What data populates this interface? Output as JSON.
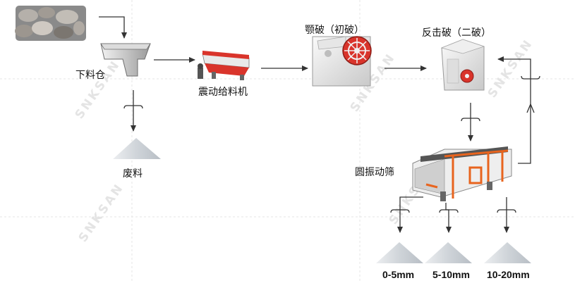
{
  "nodes": {
    "hopper": "下料仓",
    "feeder": "震动给料机",
    "jaw_crusher": "颚破（初破）",
    "impact_crusher": "反击破（二破）",
    "vibrating_screen": "圆振动筛",
    "waste": "废料"
  },
  "outputs": [
    "0-5mm",
    "5-10mm",
    "10-20mm"
  ],
  "watermark": "SNKSAN",
  "colors": {
    "line": "#333333",
    "grid": "#e6e6e6",
    "machine_red": "#d9342b",
    "screen_orange": "#e8641e",
    "pile": "#d3d7dc"
  }
}
